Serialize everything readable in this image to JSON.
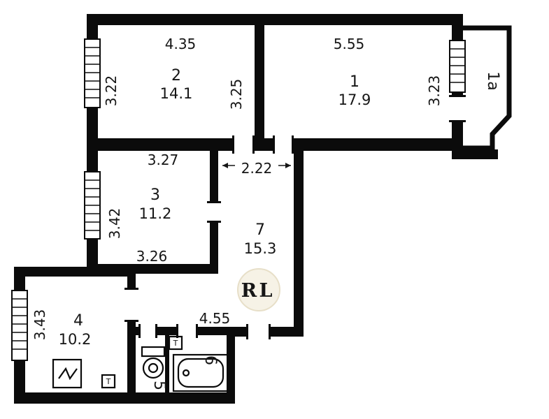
{
  "plan": {
    "title": "apartment-floor-plan",
    "logo": {
      "r": "R",
      "l": "L"
    },
    "rooms": {
      "r1": {
        "num": "1",
        "area": "17.9"
      },
      "r2": {
        "num": "2",
        "area": "14.1"
      },
      "r3": {
        "num": "3",
        "area": "11.2"
      },
      "r4": {
        "num": "4",
        "area": "10.2"
      },
      "r7": {
        "num": "7",
        "area": "15.3"
      },
      "r1a": {
        "num": "1а"
      },
      "r5": {
        "num": "5"
      },
      "r6": {
        "num": "6"
      }
    },
    "dims": {
      "room2_width": "4.35",
      "room2_height": "3.22",
      "room2_right": "3.25",
      "room1_width": "5.55",
      "room1_height": "3.23",
      "room3_width": "3.27",
      "room3_height": "3.42",
      "room3_bottom": "3.26",
      "hall_width": "2.22",
      "room4_height": "3.43",
      "corridor_width": "4.55"
    },
    "fixtures": {
      "towel_a": "Т",
      "towel_b": "Т"
    },
    "colors": {
      "wall": "#0b0b0b",
      "paper": "#ffffff",
      "logo_r": "#a5831e",
      "logo_l": "#cdb052"
    }
  }
}
